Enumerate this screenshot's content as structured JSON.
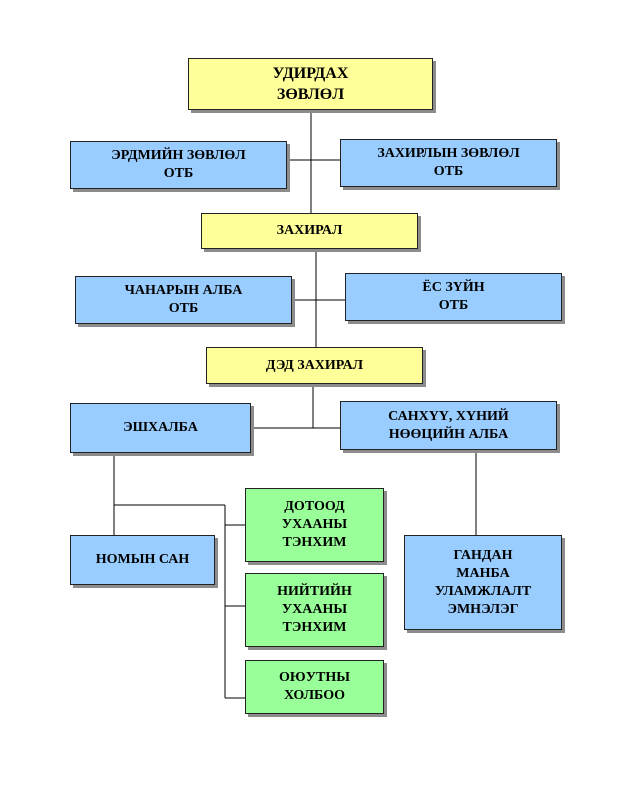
{
  "diagram": {
    "nodes": {
      "board": {
        "lines": [
          "УДИРДАХ",
          "ЗӨВЛӨЛ"
        ]
      },
      "academic": {
        "lines": [
          "ЭРДМИЙН ЗӨВЛӨЛ",
          "ОТБ"
        ]
      },
      "director_c": {
        "lines": [
          "ЗАХИРЛЫН ЗӨВЛӨЛ",
          "ОТБ"
        ]
      },
      "director": {
        "lines": [
          "ЗАХИРАЛ"
        ]
      },
      "quality": {
        "lines": [
          "ЧАНАРЫН АЛБА",
          "ОТБ"
        ]
      },
      "ethics": {
        "lines": [
          "ЁС ЗҮЙН",
          "ОТБ"
        ]
      },
      "vice": {
        "lines": [
          "ДЭД ЗАХИРАЛ"
        ]
      },
      "eshalba": {
        "lines": [
          "ЭШХАЛБА"
        ]
      },
      "finance_hr": {
        "lines": [
          "САНХҮҮ, ХҮНИЙ",
          "НӨӨЦИЙН АЛБА"
        ]
      },
      "inner": {
        "lines": [
          "ДОТООД",
          "УХААНЫ",
          "ТЭНХИМ"
        ]
      },
      "library": {
        "lines": [
          "НОМЫН САН"
        ]
      },
      "gandan": {
        "lines": [
          "ГАНДАН",
          "МАНБА",
          "УЛАМЖЛАЛТ",
          "ЭМНЭЛЭГ"
        ]
      },
      "social": {
        "lines": [
          "НИЙТИЙН",
          "УХААНЫ",
          "ТЭНХИМ"
        ]
      },
      "student": {
        "lines": [
          "ОЮУТНЫ",
          "ХОЛБОО"
        ]
      }
    }
  }
}
